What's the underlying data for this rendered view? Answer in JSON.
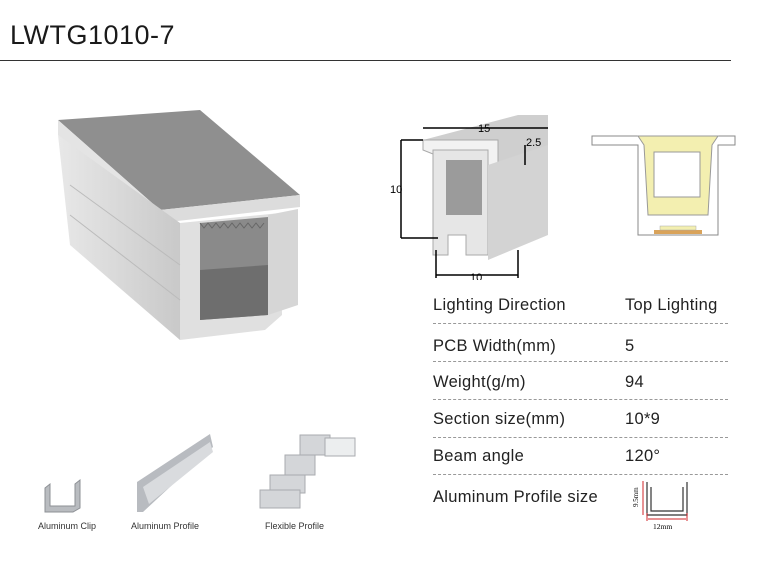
{
  "title": "LWTG1010-7",
  "dimensions": {
    "top_width": "15",
    "flange": "2.5",
    "height": "10",
    "bottom_width": "10"
  },
  "specs": [
    {
      "label": "Lighting  Direction",
      "value": "Top Lighting"
    },
    {
      "label": "PCB  Width(mm)",
      "value": "5"
    },
    {
      "label": "Weight(g/m)",
      "value": "94"
    },
    {
      "label": "Section size(mm)",
      "value": "10*9"
    },
    {
      "label": "Beam angle",
      "value": "120°"
    },
    {
      "label": "Aluminum Profile size",
      "value": ""
    }
  ],
  "profile_dims": {
    "height": "9.5mm",
    "width": "12mm"
  },
  "accessories": [
    {
      "label": "Aluminum Clip"
    },
    {
      "label": "Aluminum Profile"
    },
    {
      "label": "Flexible Profile"
    }
  ],
  "colors": {
    "glow": "#f3efb0",
    "pcb": "#d9a35a",
    "dim_red": "#d0242a"
  }
}
